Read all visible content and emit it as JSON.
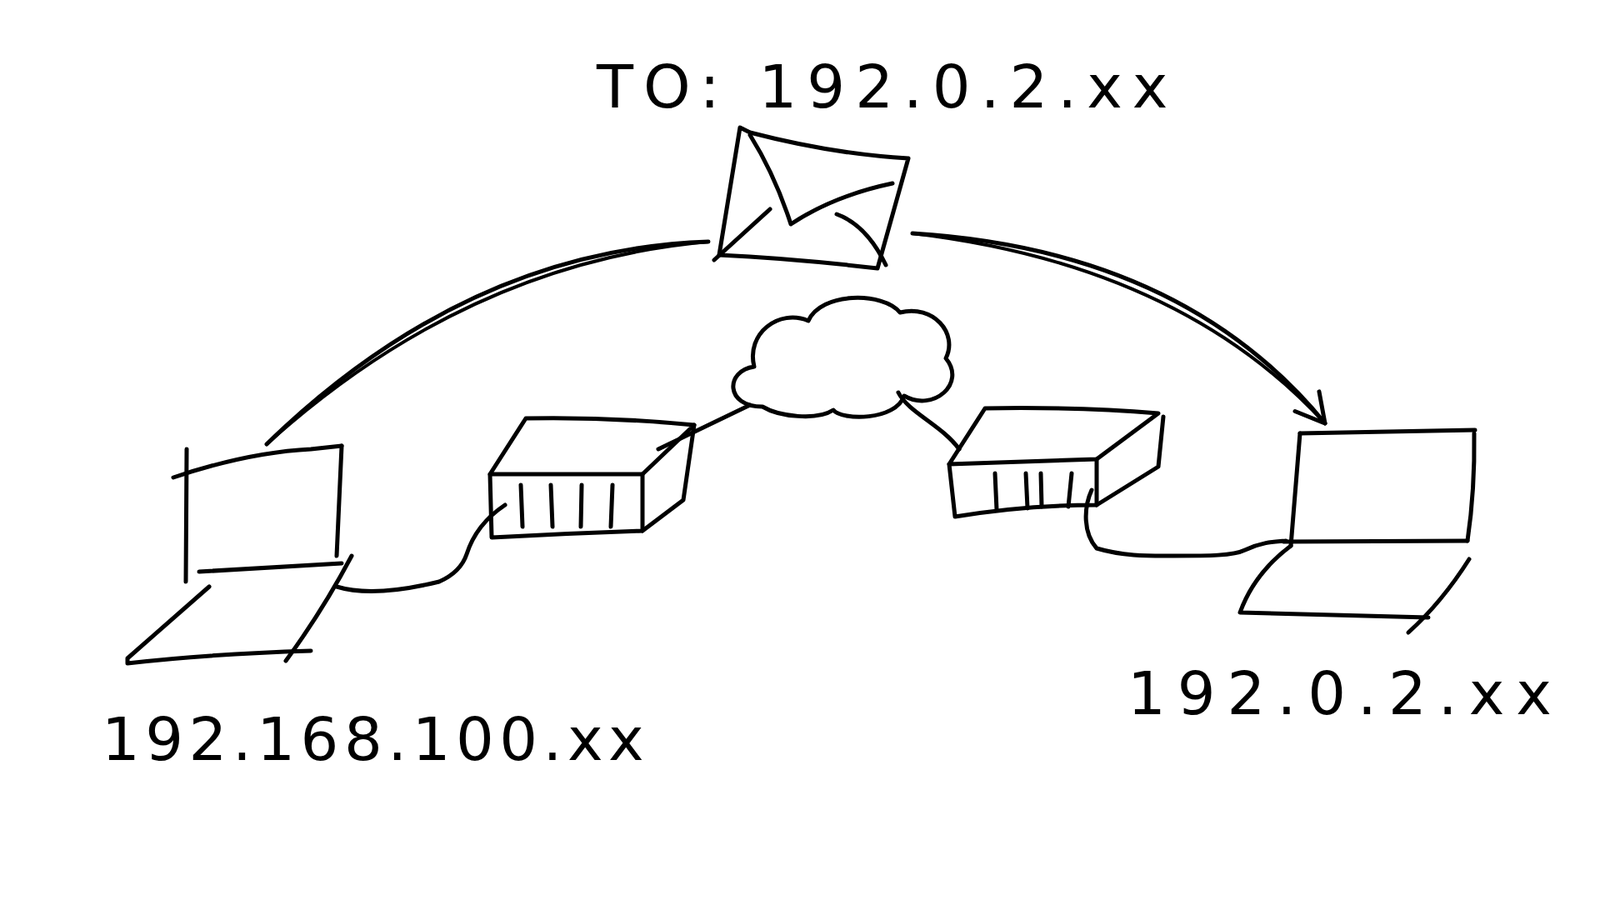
{
  "diagram": {
    "nodes": [
      {
        "text": [
          "TO: 192.0.2.xx"
        ]
      },
      {
        "text": [
          "192.168.100.xx"
        ]
      },
      {
        "text": [
          "192.0.2.xx"
        ]
      }
    ],
    "edges": [
      {
        "from": 1,
        "to": 0,
        "arrow": "none"
      },
      {
        "from": 0,
        "to": 2,
        "arrow": "to"
      }
    ]
  }
}
